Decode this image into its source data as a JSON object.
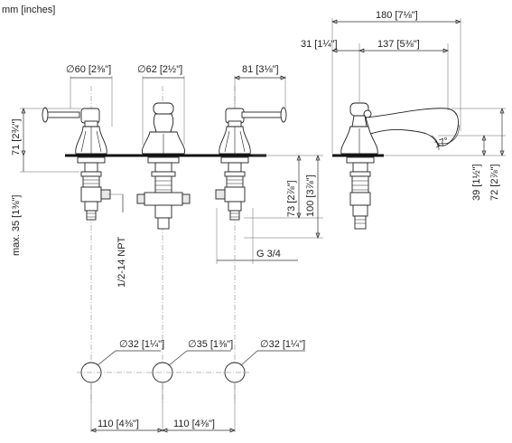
{
  "units": "mm [inches]",
  "dimensions": {
    "total_depth": "180 [7⅛\"]",
    "spout_offset": "31 [1¼\"]",
    "spout_reach": "137 [5⅜\"]",
    "handle_dia_left": "∅60 [2⅜\"]",
    "spout_dia": "∅62 [2½\"]",
    "handle_projection": "81 [3⅛\"]",
    "handle_height": "71 [2¾\"]",
    "max_deck": "max. 35 [1⅜\"]",
    "npt": "1/2-14 NPT",
    "valve_depth": "73 [2⅞\"]",
    "body_depth": "100 [3⅞\"]",
    "thread": "G 3/4",
    "spout_height": "39 [1½\"]",
    "spout_top": "72 [2⅞\"]",
    "angle": "17°",
    "hole_left": "∅32 [1¼\"]",
    "hole_center": "∅35 [1⅜\"]",
    "hole_right": "∅32 [1¼\"]",
    "spacing_left": "110 [4⅜\"]",
    "spacing_right": "110 [4⅜\"]"
  }
}
